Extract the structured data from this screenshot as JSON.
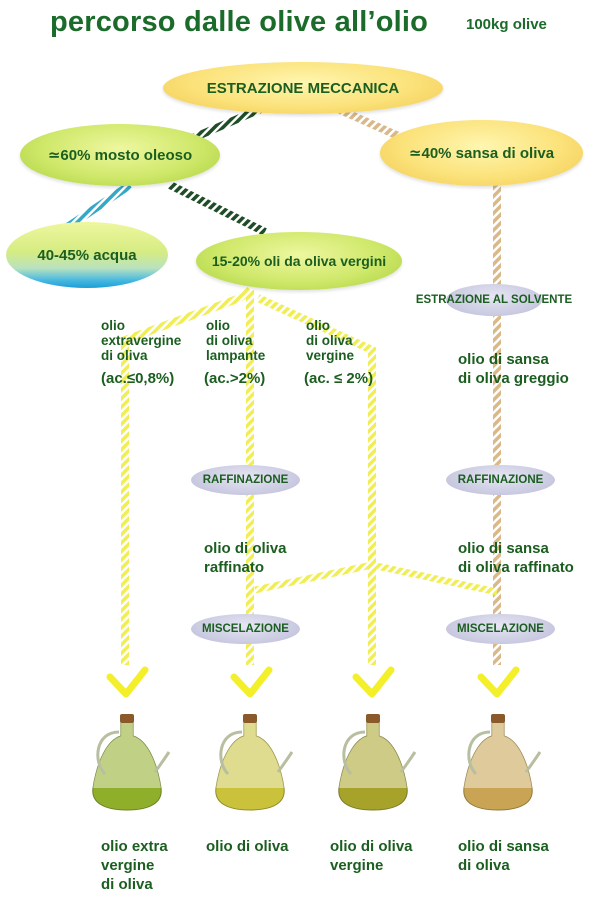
{
  "header": {
    "title": "percorso dalle olive all’olio",
    "subtitle": "100kg olive"
  },
  "nodes": {
    "extraction": "ESTRAZIONE MECCANICA",
    "must": "≃60% mosto oleoso",
    "pomace": "≃40% sansa di oliva",
    "water": "40-45% acqua",
    "virgin_oils": "15-20% oli da oliva vergini",
    "solvent": "ESTRAZIONE\nAL SOLVENTE",
    "refining_1": "RAFFINAZIONE",
    "refining_2": "RAFFINAZIONE",
    "blending_1": "MISCELAZIONE",
    "blending_2": "MISCELAZIONE"
  },
  "branches": {
    "extra_virgin": "olio\nextravergine\ndi oliva",
    "extra_virgin_acid": "(ac.≤0,8%)",
    "lampante": "olio\ndi oliva\nlampante",
    "lampante_acid": "(ac.>2%)",
    "virgin": "olio\ndi oliva\nvergine",
    "virgin_acid": "(ac. ≤ 2%)",
    "crude_pomace": "olio di sansa\ndi oliva greggio",
    "refined_olive": "olio di oliva\nraffinato",
    "refined_pomace": "olio di sansa\ndi oliva raffinato"
  },
  "products": [
    {
      "label": "olio extra\nvergine\ndi oliva",
      "liquid": "#8fae2a"
    },
    {
      "label": "olio di oliva",
      "liquid": "#c9c23a"
    },
    {
      "label": "olio di oliva\nvergine",
      "liquid": "#a6a22a"
    },
    {
      "label": "olio di sansa\ndi oliva",
      "liquid": "#c9a454"
    }
  ],
  "colors": {
    "title_green": "#1b6b2a",
    "text_green": "#1b5e20",
    "flow_yellow": "#f3f06a",
    "flow_tan": "#d9b98a",
    "flow_dark": "#1f4d27",
    "flow_blue": "#35a8c8"
  }
}
